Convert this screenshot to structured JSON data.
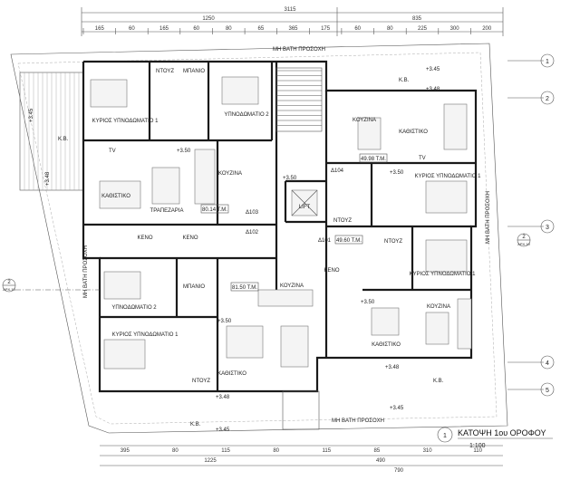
{
  "plan": {
    "title": "ΚΑΤΟΨΗ 1ου ΟΡΟΦΟΥ",
    "scale": "1:100",
    "sheet_number": "1",
    "section_mark": "2",
    "section_ref": "ΑΡΧ.10",
    "road_top": "ΜΗ ΒΑΤΗ ΠΡΟΣΟΧΗ",
    "road_bottom": "ΜΗ ΒΑΤΗ ΠΡΟΣΟΧΗ",
    "road_right": "ΜΗ ΒΑΤΗ ΠΡΟΣΟΧΗ",
    "road_left": "ΜΗ ΒΑΤΗ ΠΡΟΣΟΧΗ",
    "grid_labels": [
      "1",
      "2",
      "3",
      "4",
      "5"
    ]
  },
  "dimensions": {
    "top_total": "3115",
    "top_left": "1250",
    "top_right": "835",
    "top_row": [
      "165",
      "60",
      "165",
      "60",
      "80",
      "65",
      "365",
      "175",
      "60",
      "80",
      "225",
      "300",
      "200"
    ],
    "bottom_total": "790",
    "bottom_row": [
      "395",
      "80",
      "115",
      "80",
      "115",
      "85",
      "310",
      "110"
    ],
    "bottom_row2": [
      "1225",
      "490"
    ]
  },
  "rooms": [
    {
      "id": "r1",
      "label": "ΚΥΡΙΟΣ ΥΠΝΟΔΩΜΑΤΙΟ 1"
    },
    {
      "id": "r2",
      "label": "ΝΤΟΥΖ"
    },
    {
      "id": "r3",
      "label": "ΜΠΑΝΙΟ"
    },
    {
      "id": "r4",
      "label": "ΥΠΝΟΔΩΜΑΤΙΟ 2"
    },
    {
      "id": "r5",
      "label": "ΚΑΘΙΣΤΙΚΟ"
    },
    {
      "id": "r6",
      "label": "ΤΡΑΠΕΖΑΡΙΑ"
    },
    {
      "id": "r7",
      "label": "ΚΟΥΖΙΝΑ"
    },
    {
      "id": "r8",
      "label": "ΚΕΝΟ"
    },
    {
      "id": "r9",
      "label": "ΥΠΝΟΔΩΜΑΤΙΟ 2"
    },
    {
      "id": "r10",
      "label": "ΜΠΑΝΙΟ"
    },
    {
      "id": "r11",
      "label": "ΚΥΡΙΟΣ ΥΠΝΟΔΩΜΑΤΙΟ 1"
    },
    {
      "id": "r12",
      "label": "ΚΟΥΖΙΝΑ"
    },
    {
      "id": "r13",
      "label": "ΚΑΘΙΣΤΙΚΟ"
    },
    {
      "id": "r14",
      "label": "ΝΤΟΥΖ"
    },
    {
      "id": "r15",
      "label": "ΚΟΥΖΙΝΑ"
    },
    {
      "id": "r16",
      "label": "ΚΑΘΙΣΤΙΚΟ"
    },
    {
      "id": "r17",
      "label": "ΚΥΡΙΟΣ ΥΠΝΟΔΩΜΑΤΙΟ 1"
    },
    {
      "id": "r18",
      "label": "ΝΤΟΥΖ"
    },
    {
      "id": "r19",
      "label": "ΚΥΡΙΟΣ ΥΠΝΟΔΩΜΑΤΙΟ 1"
    },
    {
      "id": "r20",
      "label": "ΚΑΘΙΣΤΙΚΟ"
    },
    {
      "id": "r21",
      "label": "ΚΟΥΖΙΝΑ"
    },
    {
      "id": "r22",
      "label": "ΚΕΝΟ"
    },
    {
      "id": "r23",
      "label": "LIFT"
    },
    {
      "id": "r24",
      "label": "ΝΤΟΥΖ"
    },
    {
      "id": "r25",
      "label": "ΚΕΝΟ"
    }
  ],
  "areas": {
    "a103": "80.14 Τ.Μ.",
    "a102": "81.50 Τ.Μ.",
    "a104": "49.98 Τ.Μ.",
    "a101": "49.60 Τ.Μ.",
    "l103": "Δ103",
    "l102": "Δ102",
    "l104": "Δ104",
    "l101": "Δ101"
  },
  "levels": {
    "kb": "Κ.Β.",
    "lv345": "+3.45",
    "lv348": "+3.48",
    "lv350": "+3.50"
  },
  "labels": {
    "tv": "TV"
  }
}
